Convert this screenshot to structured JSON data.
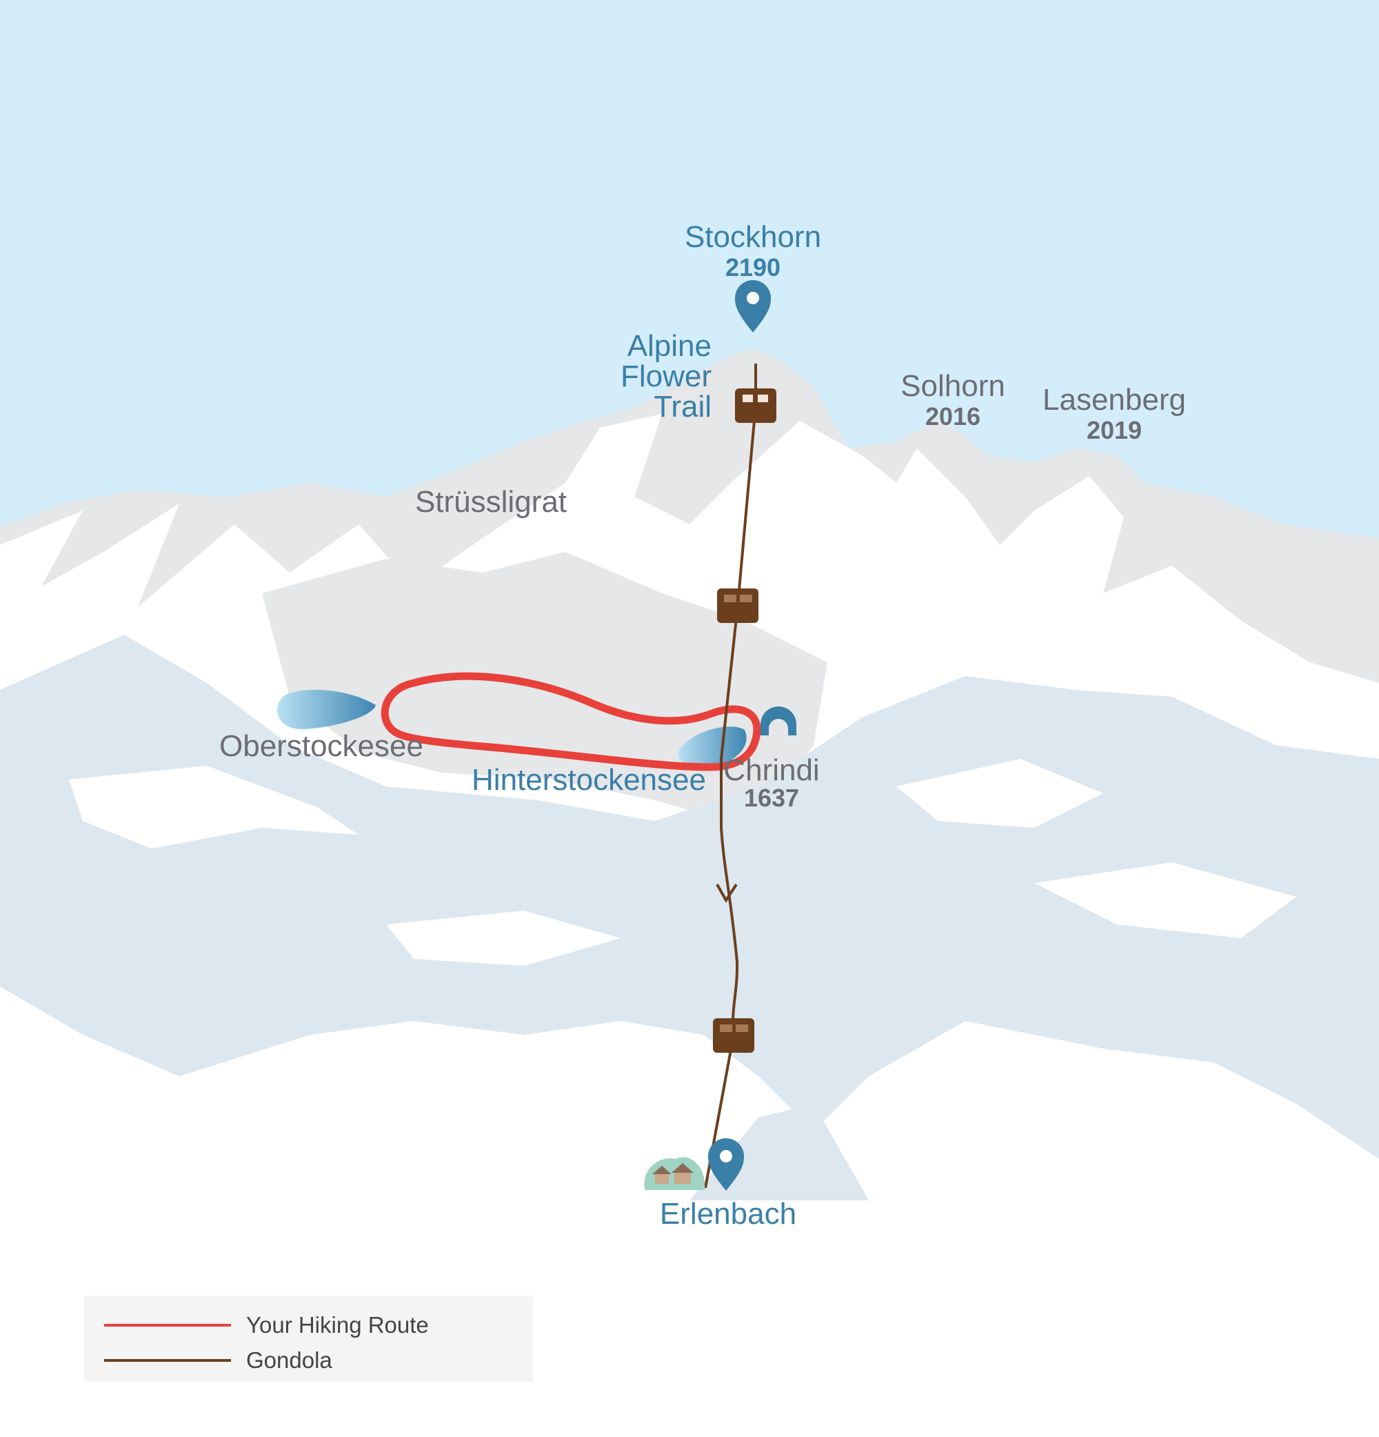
{
  "peaks": [
    {
      "name": "Stockhorn",
      "elevation": "2190"
    },
    {
      "name": "Solhorn",
      "elevation": "2016"
    },
    {
      "name": "Lasenberg",
      "elevation": "2019"
    },
    {
      "name": "Chrindi",
      "elevation": "1637"
    }
  ],
  "places": {
    "alpine_trail": [
      "Alpine",
      "Flower",
      "Trail"
    ],
    "ridge": "Strüssligrat",
    "lake_west": "Oberstockesee",
    "lake_east": "Hinterstockensee",
    "village": "Erlenbach"
  },
  "legend": {
    "items": [
      {
        "label": "Your Hiking Route",
        "color": "#e8413b"
      },
      {
        "label": "Gondola",
        "color": "#6b3f1d"
      }
    ]
  },
  "colors": {
    "sky": "#d4edfa",
    "snow": "#ffffff",
    "rock": "#e6e7e9",
    "shadow": "#dce7ef",
    "pin": "#3a7fa8",
    "lake": "#4a8fb8"
  },
  "icons": [
    "map-pin-icon",
    "gondola-cabin-icon",
    "igloo-hut-icon",
    "village-icon",
    "direction-arrow-icon"
  ]
}
